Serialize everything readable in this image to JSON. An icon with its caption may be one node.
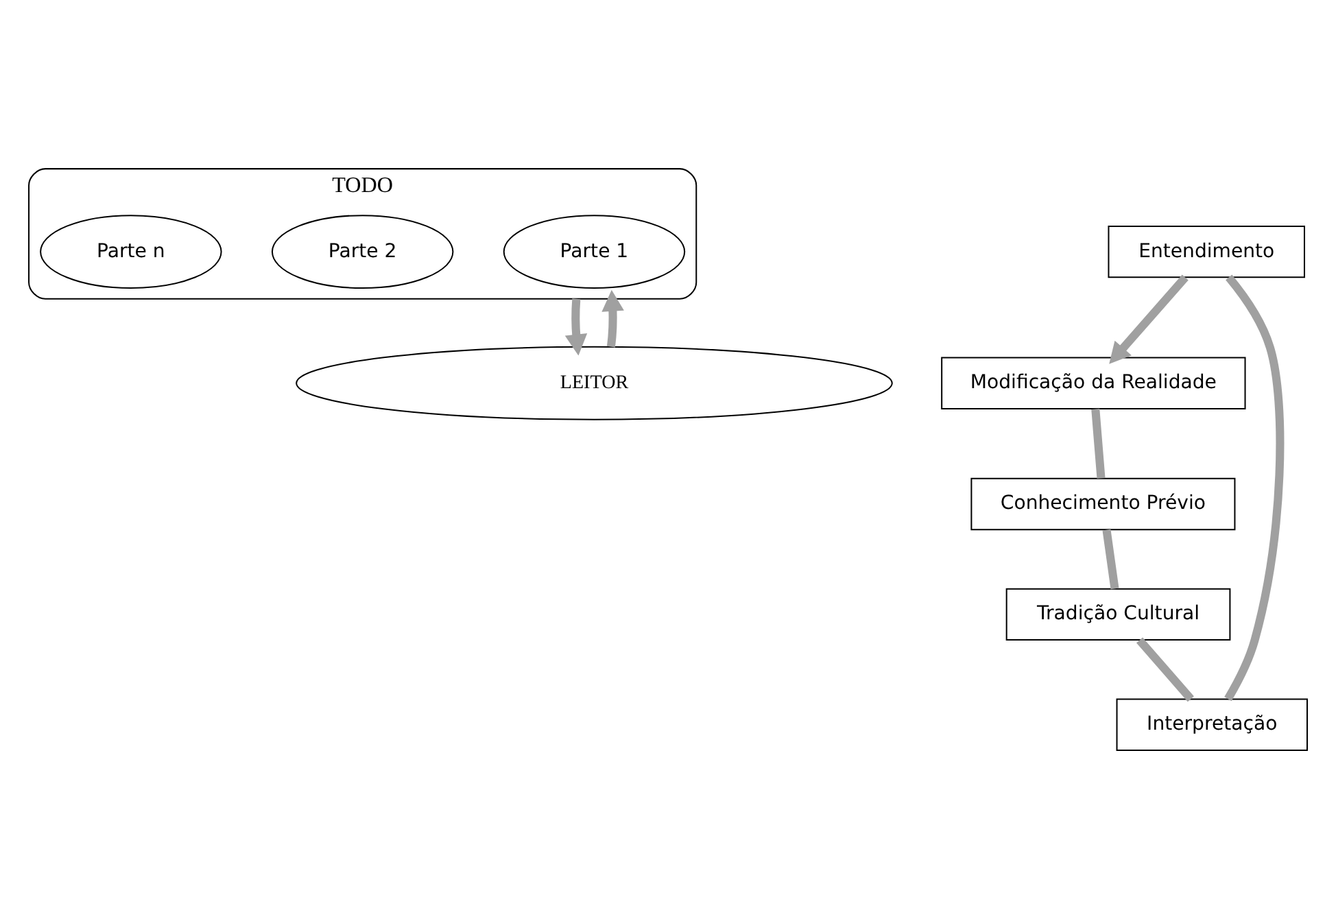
{
  "diagram": {
    "nodes": [
      {
        "text": [
          "TODO"
        ]
      },
      {
        "text": [
          "Parte 1"
        ],
        "in": 0
      },
      {
        "text": [
          "Parte 2"
        ],
        "in": 0
      },
      {
        "text": [
          "Parte n"
        ],
        "in": 0
      },
      {
        "text": [
          "Entendimento"
        ]
      },
      {
        "text": [
          "Interpretação"
        ]
      },
      {
        "text": [
          "Tradição Cultural"
        ]
      },
      {
        "text": [
          "Conhecimento Prévio"
        ]
      },
      {
        "text": [
          "Modificação da Realidade"
        ]
      },
      {
        "text": [
          "LEITOR"
        ]
      }
    ],
    "edges": [
      {
        "from": 0,
        "to": 9,
        "arrow": "to"
      },
      {
        "from": 9,
        "to": 0,
        "arrow": "to"
      },
      {
        "from": 8,
        "to": 7,
        "arrow": "none"
      },
      {
        "from": 7,
        "to": 6,
        "arrow": "none"
      },
      {
        "from": 6,
        "to": 5,
        "arrow": "none"
      },
      {
        "from": 5,
        "to": 4,
        "arrow": "none"
      },
      {
        "from": 4,
        "to": 8,
        "arrow": "to"
      }
    ]
  }
}
